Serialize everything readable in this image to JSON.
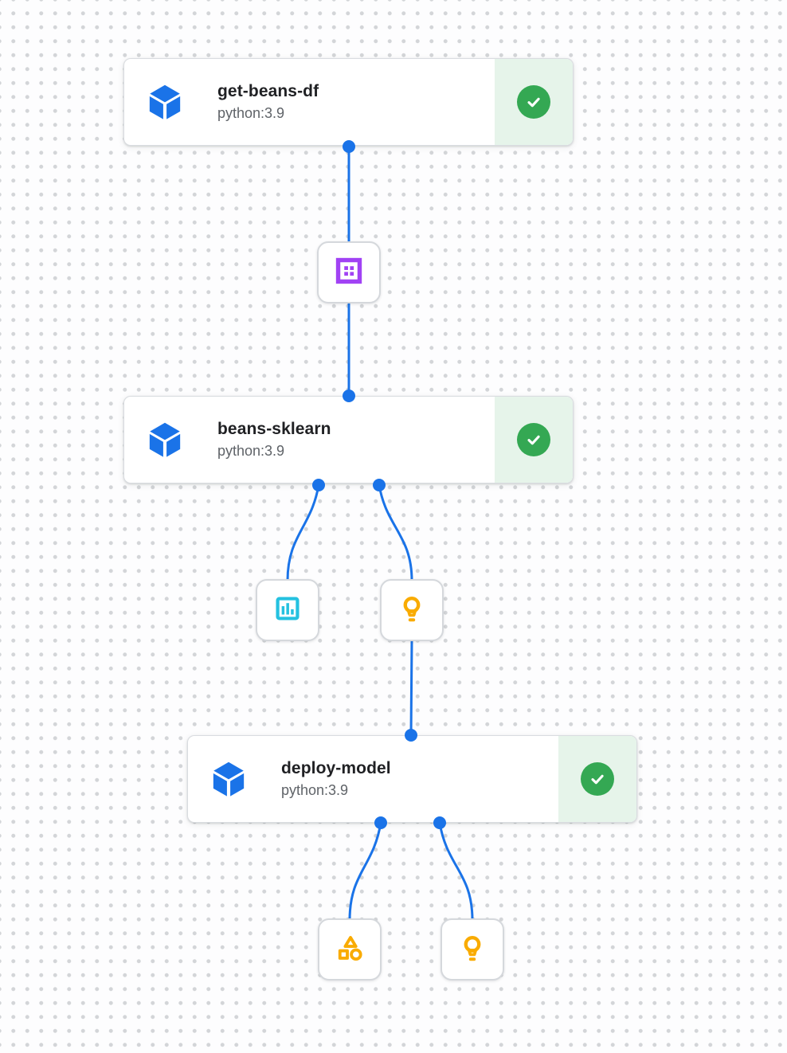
{
  "pipeline": {
    "nodes": [
      {
        "id": "get-beans-df",
        "title": "get-beans-df",
        "subtitle": "python:3.9",
        "status": "succeeded",
        "icon": "component-cube-icon"
      },
      {
        "id": "beans-sklearn",
        "title": "beans-sklearn",
        "subtitle": "python:3.9",
        "status": "succeeded",
        "icon": "component-cube-icon"
      },
      {
        "id": "deploy-model",
        "title": "deploy-model",
        "subtitle": "python:3.9",
        "status": "succeeded",
        "icon": "component-cube-icon"
      }
    ],
    "artifacts": [
      {
        "id": "dataset",
        "icon": "dataset-icon",
        "color": "#a142f4"
      },
      {
        "id": "metrics",
        "icon": "metrics-icon",
        "color": "#24c1e0"
      },
      {
        "id": "model-1",
        "icon": "model-icon",
        "color": "#f9ab00"
      },
      {
        "id": "artifact",
        "icon": "artifact-icon",
        "color": "#f9ab00"
      },
      {
        "id": "model-2",
        "icon": "model-icon",
        "color": "#f9ab00"
      }
    ],
    "edges": [
      {
        "from": "get-beans-df",
        "to": "dataset"
      },
      {
        "from": "dataset",
        "to": "beans-sklearn"
      },
      {
        "from": "beans-sklearn",
        "to": "metrics"
      },
      {
        "from": "beans-sklearn",
        "to": "model-1"
      },
      {
        "from": "model-1",
        "to": "deploy-model"
      },
      {
        "from": "deploy-model",
        "to": "artifact"
      },
      {
        "from": "deploy-model",
        "to": "model-2"
      }
    ]
  },
  "colors": {
    "edge_blue": "#1a73e8",
    "node_icon_blue": "#1a73e8",
    "success_green": "#34a853",
    "success_bg": "#e6f4ea",
    "dataset_purple": "#a142f4",
    "metrics_cyan": "#24c1e0",
    "model_orange": "#f9ab00",
    "card_border": "#d9dce0",
    "title_text": "#202124",
    "subtitle_text": "#5f6368",
    "canvas_dot": "#d3d5d8"
  }
}
